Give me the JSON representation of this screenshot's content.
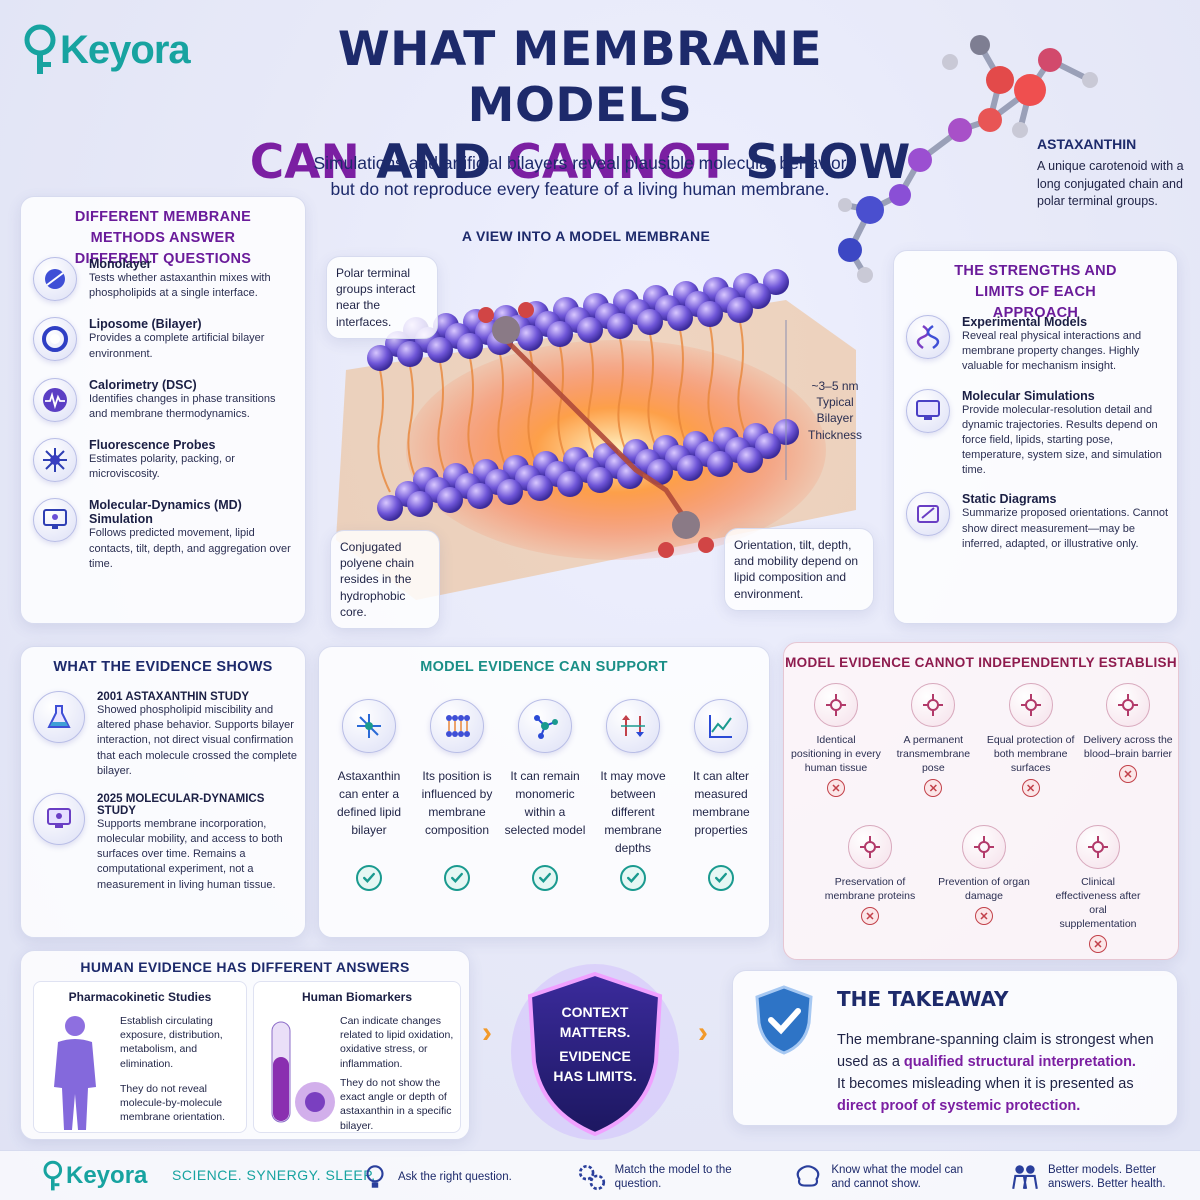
{
  "brand": {
    "logo": "Keyora",
    "footer_logo": "Keyora",
    "tagline": "SCIENCE. SYNERGY. SLEEP."
  },
  "header": {
    "title_line1": "WHAT MEMBRANE MODELS",
    "title_can": "CAN",
    "title_and": "AND",
    "title_cannot": "CANNOT",
    "title_show": "SHOW",
    "subtitle_line1": "Simulations and artificial bilayers reveal plausible molecular behavior",
    "subtitle_line2": "but do not reproduce every feature of a living human membrane."
  },
  "astaxanthin": {
    "name": "ASTAXANTHIN",
    "description": "A unique carotenoid with a long conjugated chain and polar terminal groups."
  },
  "methods": {
    "title": "DIFFERENT MEMBRANE METHODS ANSWER DIFFERENT QUESTIONS",
    "items": [
      {
        "icon": "monolayer-icon",
        "title": "Monolayer",
        "text": "Tests whether astaxanthin mixes with phospholipids at a single interface."
      },
      {
        "icon": "liposome-icon",
        "title": "Liposome (Bilayer)",
        "text": "Provides a complete artificial bilayer environment."
      },
      {
        "icon": "calorimetry-icon",
        "title": "Calorimetry (DSC)",
        "text": "Identifies changes in phase transitions and membrane thermodynamics."
      },
      {
        "icon": "fluorescence-icon",
        "title": "Fluorescence Probes",
        "text": "Estimates polarity, packing, or microviscosity."
      },
      {
        "icon": "simulation-monitor-icon",
        "title": "Molecular-Dynamics (MD) Simulation",
        "text": "Follows predicted movement, lipid contacts, tilt, depth, and aggregation over time."
      }
    ]
  },
  "membrane_view": {
    "title": "A VIEW INTO A MODEL MEMBRANE",
    "callout_polar": "Polar terminal groups interact near the interfaces.",
    "callout_thickness": "~3–5 nm Typical Bilayer Thickness",
    "callout_chain": "Conjugated polyene chain resides in the hydrophobic core.",
    "callout_orientation": "Orientation, tilt, depth, and mobility depend on lipid composition and environment."
  },
  "strengths": {
    "title": "THE STRENGTHS AND LIMITS OF EACH APPROACH",
    "items": [
      {
        "icon": "dna-icon",
        "title": "Experimental Models",
        "text": "Reveal real physical interactions and membrane property changes. Highly valuable for mechanism insight."
      },
      {
        "icon": "computer-icon",
        "title": "Molecular Simulations",
        "text": "Provide molecular-resolution detail and dynamic trajectories. Results depend on force field, lipids, starting pose, temperature, system size, and simulation time."
      },
      {
        "icon": "diagram-icon",
        "title": "Static Diagrams",
        "text": "Summarize proposed orientations. Cannot show direct measurement—may be inferred, adapted, or illustrative only."
      }
    ]
  },
  "evidence": {
    "title": "WHAT THE EVIDENCE SHOWS",
    "items": [
      {
        "icon": "flask-icon",
        "title": "2001 ASTAXANTHIN STUDY",
        "text": "Showed phospholipid miscibility and altered phase behavior. Supports bilayer interaction, not direct visual confirmation that each molecule crossed the complete bilayer."
      },
      {
        "icon": "monitor-icon",
        "title": "2025 MOLECULAR-DYNAMICS STUDY",
        "text": "Supports membrane incorporation, molecular mobility, and access to both surfaces over time. Remains a computational experiment, not a measurement in living human tissue."
      }
    ]
  },
  "support": {
    "title": "MODEL EVIDENCE CAN SUPPORT",
    "items": [
      {
        "icon": "molecule-enter-icon",
        "text": "Astaxanthin can enter a defined lipid bilayer"
      },
      {
        "icon": "lipid-pairs-icon",
        "text": "Its position is influenced by membrane composition"
      },
      {
        "icon": "monomer-icon",
        "text": "It can remain monomeric within a selected model"
      },
      {
        "icon": "arrows-updown-icon",
        "text": "It may move between different membrane depths"
      },
      {
        "icon": "line-graph-icon",
        "text": "It can alter measured membrane properties"
      }
    ]
  },
  "cannot": {
    "title": "MODEL EVIDENCE CANNOT INDEPENDENTLY ESTABLISH",
    "row1": [
      {
        "icon": "human-tissue-icon",
        "text": "Identical positioning in every human tissue"
      },
      {
        "icon": "transmembrane-icon",
        "text": "A permanent transmembrane pose"
      },
      {
        "icon": "protection-icon",
        "text": "Equal protection of both membrane surfaces"
      },
      {
        "icon": "barrier-icon",
        "text": "Delivery across the blood–brain barrier"
      }
    ],
    "row2": [
      {
        "icon": "protein-icon",
        "text": "Preservation of membrane proteins"
      },
      {
        "icon": "organ-icon",
        "text": "Prevention of organ damage"
      },
      {
        "icon": "clinical-icon",
        "text": "Clinical effectiveness after oral supplementation"
      }
    ]
  },
  "human": {
    "title": "HUMAN EVIDENCE HAS DIFFERENT ANSWERS",
    "pk": {
      "title": "Pharmacokinetic Studies",
      "text1": "Establish circulating exposure, distribution, metabolism, and elimination.",
      "text2": "They do not reveal molecule-by-molecule membrane orientation."
    },
    "bio": {
      "title": "Human Biomarkers",
      "text1": "Can indicate changes related to lipid oxidation, oxidative stress, or inflammation.",
      "text2": "They do not show the exact angle or depth of astaxanthin in a specific bilayer."
    }
  },
  "shield": {
    "line1": "CONTEXT",
    "line2": "MATTERS.",
    "line3": "EVIDENCE",
    "line4": "HAS LIMITS."
  },
  "takeaway": {
    "title": "THE TAKEAWAY",
    "p1_a": "The membrane-spanning claim is strongest when used as a ",
    "p1_em": "qualified structural interpretation.",
    "p2_a": "It becomes misleading when it is presented as ",
    "p2_em": "direct proof of systemic protection."
  },
  "footer": {
    "items": [
      {
        "icon": "lightbulb-icon",
        "text": "Ask the right question."
      },
      {
        "icon": "gears-icon",
        "text": "Match the model to the question."
      },
      {
        "icon": "brain-icon",
        "text": "Know what the model can and cannot show."
      },
      {
        "icon": "people-icon",
        "text": "Better models. Better answers. Better health."
      }
    ]
  },
  "colors": {
    "navy": "#1d2a6b",
    "purple": "#6a1b9a",
    "teal": "#1a9a8f",
    "red": "#c2414a"
  }
}
